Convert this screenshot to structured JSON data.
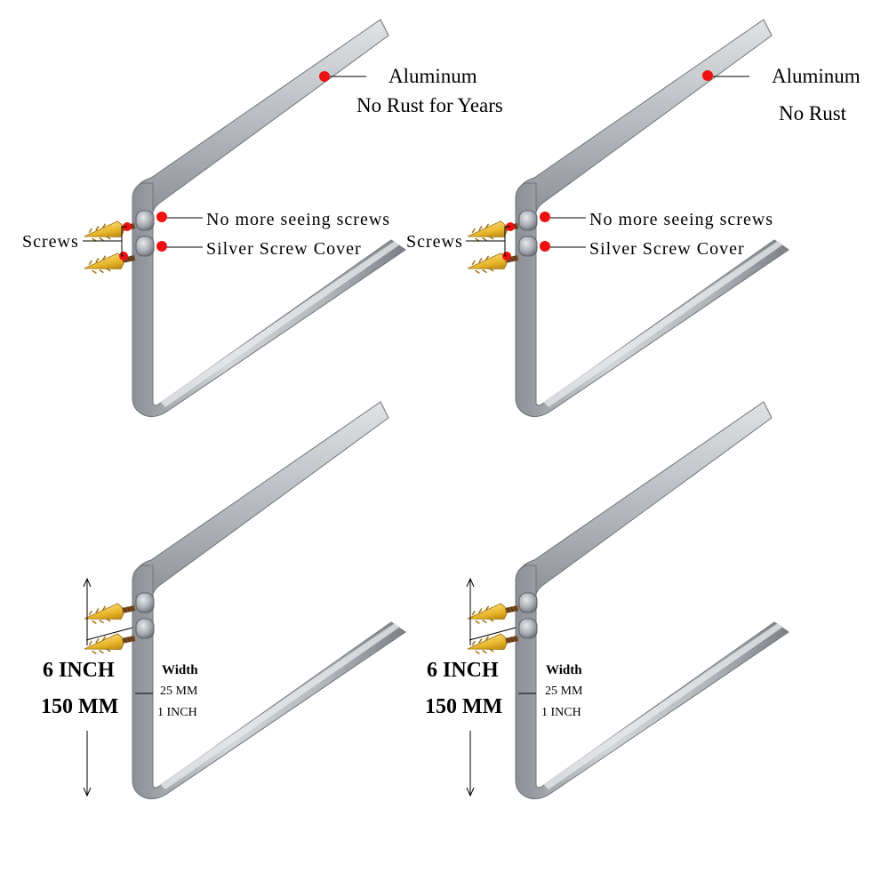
{
  "colors": {
    "aluminum_light": "#d4d6da",
    "aluminum_mid": "#b3b6bb",
    "aluminum_dark": "#8c9096",
    "marker_red": "#ee1111",
    "anchor_yellow": "#e8b62a",
    "screw_brown": "#7a4a22"
  },
  "panels": [
    {
      "material_label": "Aluminum",
      "material_sub": "No Rust for Years",
      "screws_label": "Screws",
      "hidden_screws_label": "No more seeing screws",
      "cover_label": "Silver Screw Cover"
    },
    {
      "material_label": "Aluminum",
      "material_sub": "No Rust",
      "screws_label": "Screws",
      "hidden_screws_label": "No more seeing screws",
      "cover_label": "Silver Screw Cover"
    },
    {
      "height_inch": "6 INCH",
      "height_mm": "150 MM",
      "width_title": "Width",
      "width_mm": "25 MM",
      "width_inch": "1 INCH"
    },
    {
      "height_inch": "6 INCH",
      "height_mm": "150 MM",
      "width_title": "Width",
      "width_mm": "25 MM",
      "width_inch": "1 INCH"
    }
  ]
}
